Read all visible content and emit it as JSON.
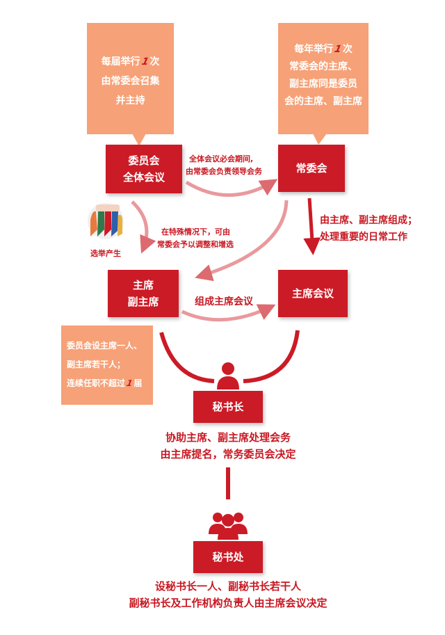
{
  "callout_left": {
    "line1_a": "每届举行",
    "line1_mark": "1",
    "line1_b": "次",
    "line2": "由常委会召集",
    "line3": "并主持"
  },
  "callout_right": {
    "line1_a": "每年举行",
    "line1_mark": "1",
    "line1_b": "次",
    "line2": "常委会的主席、",
    "line3": "副主席同是委员",
    "line4": "会的主席、副主席"
  },
  "nodes": {
    "plenary_line1": "委员会",
    "plenary_line2": "全体会议",
    "standing": "常委会",
    "chair_line1": "主席",
    "chair_line2": "副主席",
    "chair_meeting": "主席会议",
    "secretary_general": "秘书长",
    "secretariat": "秘书处"
  },
  "labels": {
    "recess_line1": "全体会议必会期间,",
    "recess_line2": "由常委会负责领导会务",
    "special_line1": "在特殊情况下，可由",
    "special_line2": "常委会予以调整和增选",
    "election": "选举产生",
    "composed_line1": "由主席、副主席组成；",
    "composed_line2": "处理重要的日常工作",
    "form_meeting": "组成主席会议",
    "assist_line1": "协助主席、副主席处理会务",
    "assist_line2": "由主席提名，常务委员会决定",
    "bottom_line1": "设秘书长一人、副秘书长若干人",
    "bottom_line2": "副秘书长及工作机构负责人由主席会议决定"
  },
  "callout_chair": {
    "line1": "委员会设主席一人、",
    "line2": "副主席若干人；",
    "line3_a": "连续任职不超过",
    "line3_mark": "1",
    "line3_b": "届"
  },
  "icons": [
    "raised-hands-icon",
    "person-icon",
    "people-group-icon"
  ],
  "colors": {
    "red": "#cb1b26",
    "orange": "#f6a177",
    "text_red": "#c81822",
    "arrow_pink": "#e9999c"
  }
}
